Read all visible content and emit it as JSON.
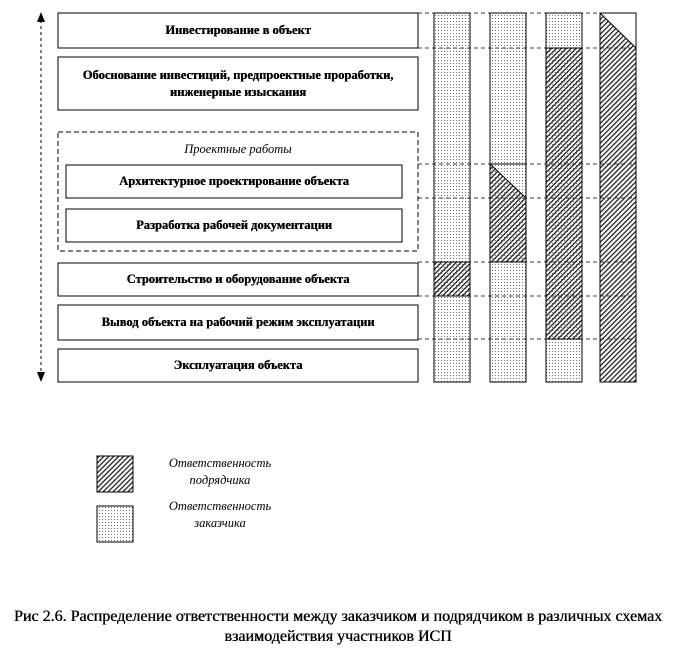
{
  "stages": {
    "investment": "Инвестирование в объект",
    "justification": "Обоснование инвестиций, предпроектные проработки, инженерные изыскания",
    "design_group": "Проектные работы",
    "architectural": "Архитектурное проектирование объекта",
    "working_docs": "Разработка рабочей документации",
    "construction": "Строительство и оборудование объекта",
    "commissioning": "Вывод объекта на рабочий режим эксплуатации",
    "operation": "Эксплуатация объекта"
  },
  "legend": {
    "contractor": "Ответственность подрядчика",
    "customer": "Ответственность заказчика"
  },
  "caption": "Рис  2.6. Распределение ответственности между заказчиком и подрядчиком в различных схемах взаимодействия участников ИСП",
  "colors": {
    "line": "#000000",
    "background": "#ffffff",
    "dot": "#6e6e6e"
  },
  "patterns": {
    "contractor": "diagonal-hatch",
    "customer": "dotted"
  },
  "schemes": [
    {
      "contractor_from": "Строительство и оборудование объекта",
      "contractor_to": "Строительство и оборудование объекта"
    },
    {
      "contractor_from": "Архитектурное проектирование объекта",
      "contractor_to": "Разработка рабочей документации"
    },
    {
      "contractor_from": "Обоснование инвестиций, предпроектные проработки, инженерные изыскания",
      "contractor_to": "Вывод объекта на рабочий режим эксплуатации"
    },
    {
      "contractor_from": "Инвестирование в объект",
      "contractor_to": "Эксплуатация объекта"
    }
  ]
}
